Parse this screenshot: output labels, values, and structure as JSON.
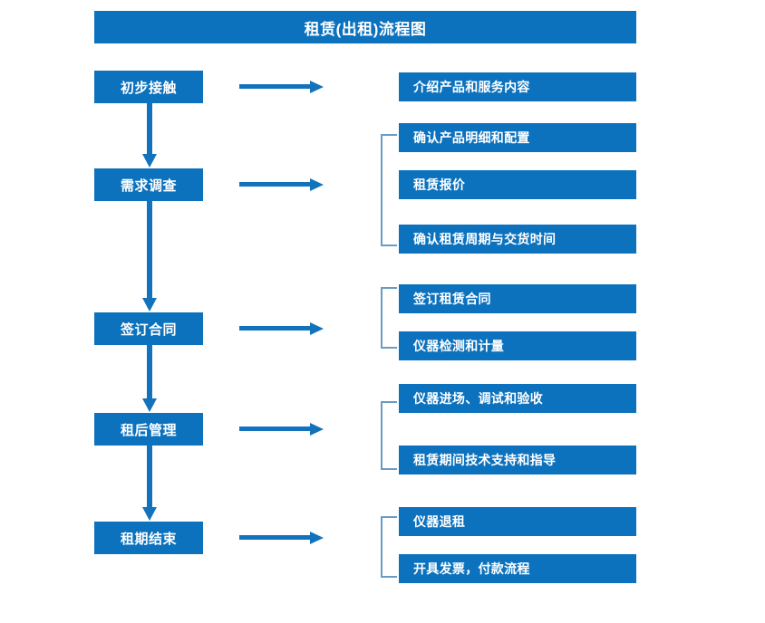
{
  "title": "租赁(出租)流程图",
  "colors": {
    "box_blue": "#0C72BE",
    "arrow_blue": "#1273BC",
    "bracket_blue": "#6A9BC3",
    "text_white": "#FFFFFF",
    "background": "#FFFFFF"
  },
  "stages": [
    {
      "id": "stage-1",
      "label": "初步接触"
    },
    {
      "id": "stage-2",
      "label": "需求调查"
    },
    {
      "id": "stage-3",
      "label": "签订合同"
    },
    {
      "id": "stage-4",
      "label": "租后管理"
    },
    {
      "id": "stage-5",
      "label": "租期结束"
    }
  ],
  "details": [
    {
      "id": "detail-1-1",
      "label": "介绍产品和服务内容"
    },
    {
      "id": "detail-2-1",
      "label": "确认产品明细和配置"
    },
    {
      "id": "detail-2-2",
      "label": "租赁报价"
    },
    {
      "id": "detail-2-3",
      "label": "确认租赁周期与交货时间"
    },
    {
      "id": "detail-3-1",
      "label": "签订租赁合同"
    },
    {
      "id": "detail-3-2",
      "label": "仪器检测和计量"
    },
    {
      "id": "detail-4-1",
      "label": "仪器进场、调试和验收"
    },
    {
      "id": "detail-4-2",
      "label": "租赁期间技术支持和指导"
    },
    {
      "id": "detail-5-1",
      "label": "仪器退租"
    },
    {
      "id": "detail-5-2",
      "label": "开具发票，付款流程"
    }
  ],
  "groups": [
    {
      "id": "group-2",
      "stage": "需求调查",
      "members": [
        "确认产品明细和配置",
        "租赁报价",
        "确认租赁周期与交货时间"
      ]
    },
    {
      "id": "group-3",
      "stage": "签订合同",
      "members": [
        "签订租赁合同",
        "仪器检测和计量"
      ]
    },
    {
      "id": "group-4",
      "stage": "租后管理",
      "members": [
        "仪器进场、调试和验收",
        "租赁期间技术支持和指导"
      ]
    },
    {
      "id": "group-5",
      "stage": "租期结束",
      "members": [
        "仪器退租",
        "开具发票，付款流程"
      ]
    }
  ],
  "connectors": {
    "horizontal_count": 5,
    "vertical_count": 4,
    "bracket_count": 4
  }
}
